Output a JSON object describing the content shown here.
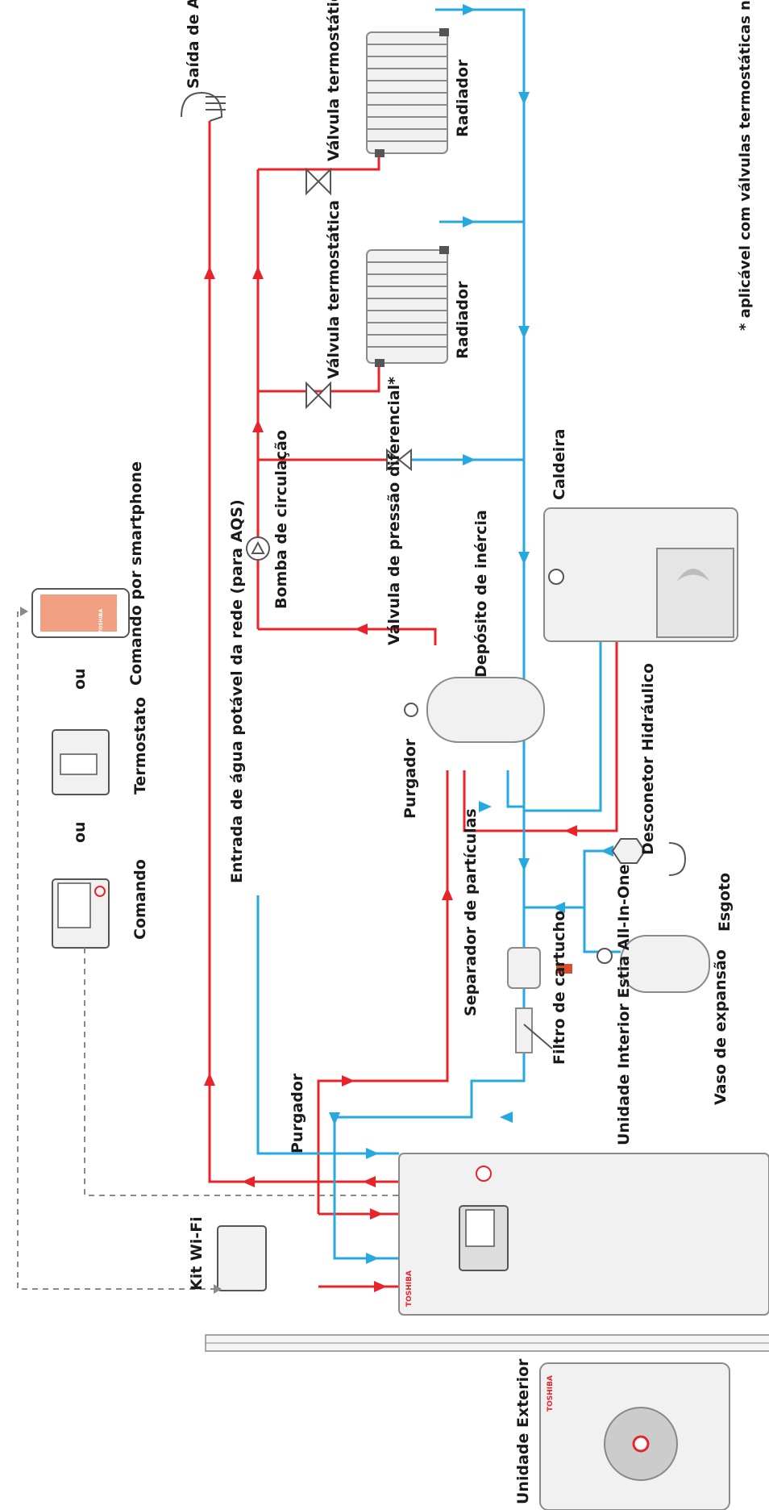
{
  "labels": {
    "saida_aqs": "Saída de AQS",
    "valvula_termostatica": "Válvula termostática",
    "radiador": "Radiador",
    "nota_radiadores": "* aplicável com válvulas termostáticas nos radiadores",
    "caldeira": "Caldeira",
    "valvula_pressao": "Válvula de pressão diferencial*",
    "bomba": "Bomba de circulação",
    "deposito": "Depósito de inércia",
    "purgador": "Purgador",
    "desconetor": "Desconetor Hidráulico",
    "esgoto": "Esgoto",
    "separador": "Separador de partículas",
    "filtro": "Filtro de cartucho",
    "vaso": "Vaso de expansão",
    "unidade_interior": "Unidade Interior Estia All-In-One",
    "entrada_agua": "Entrada de água potável da rede (para AQS)",
    "comando_smartphone": "Comando por smartphone",
    "ou": "ou",
    "termostato": "Termostato",
    "comando": "Comando",
    "kit_wifi": "Kit Wi-Fi",
    "unidade_exterior": "Unidade Exterior"
  },
  "brand": "TOSHIBA",
  "colors": {
    "hot_line": "#e8232a",
    "cold_line": "#25a9e0",
    "equipment": "#8a8a8a"
  }
}
